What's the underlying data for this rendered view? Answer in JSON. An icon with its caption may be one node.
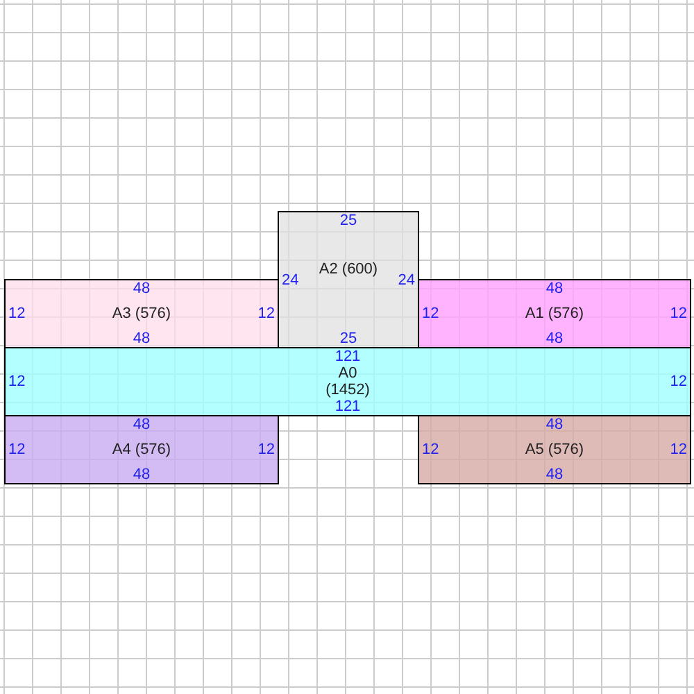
{
  "diagram": {
    "nodes": [
      {
        "text": [
          "25",
          "24",
          "A2 (600)",
          "24",
          "25"
        ]
      },
      {
        "text": [
          "48",
          "12",
          "A3 (576)",
          "12",
          "48"
        ]
      },
      {
        "text": [
          "48",
          "12",
          "A1 (576)",
          "12",
          "48"
        ]
      },
      {
        "text": [
          "121",
          "12",
          "A0 (1452)",
          "12",
          "121"
        ]
      },
      {
        "text": [
          "48",
          "12",
          "A4 (576)",
          "12",
          "48"
        ]
      },
      {
        "text": [
          "48",
          "12",
          "A5 (576)",
          "12",
          "48"
        ]
      }
    ],
    "edges": []
  }
}
